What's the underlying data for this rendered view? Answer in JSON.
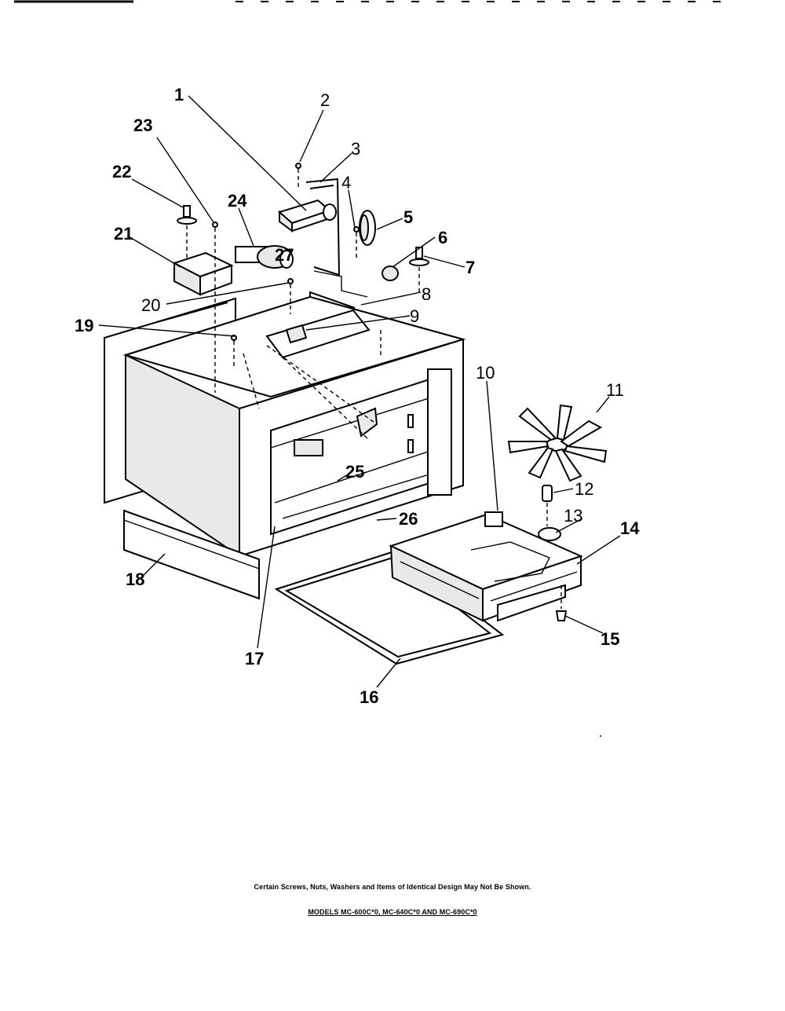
{
  "diagram": {
    "callouts": [
      {
        "num": "1",
        "style": "bold"
      },
      {
        "num": "2",
        "style": "thin"
      },
      {
        "num": "3",
        "style": "thin"
      },
      {
        "num": "4",
        "style": "thin"
      },
      {
        "num": "5",
        "style": "bold"
      },
      {
        "num": "6",
        "style": "bold"
      },
      {
        "num": "7",
        "style": "bold"
      },
      {
        "num": "8",
        "style": "thin"
      },
      {
        "num": "9",
        "style": "thin"
      },
      {
        "num": "10",
        "style": "thin"
      },
      {
        "num": "11",
        "style": "thin"
      },
      {
        "num": "12",
        "style": "thin"
      },
      {
        "num": "13",
        "style": "thin"
      },
      {
        "num": "14",
        "style": "bold"
      },
      {
        "num": "15",
        "style": "bold"
      },
      {
        "num": "16",
        "style": "bold"
      },
      {
        "num": "17",
        "style": "bold"
      },
      {
        "num": "18",
        "style": "bold"
      },
      {
        "num": "19",
        "style": "bold"
      },
      {
        "num": "20",
        "style": "thin"
      },
      {
        "num": "21",
        "style": "bold"
      },
      {
        "num": "22",
        "style": "bold"
      },
      {
        "num": "23",
        "style": "bold"
      },
      {
        "num": "24",
        "style": "bold"
      },
      {
        "num": "25",
        "style": "bold"
      },
      {
        "num": "26",
        "style": "bold"
      },
      {
        "num": "27",
        "style": "bold"
      }
    ]
  },
  "footer": {
    "note": "Certain Screws, Nuts, Washers and Items of Identical Design May Not Be Shown.",
    "models": "MODELS MC-600C*0, MC-640C*0 AND MC-690C*0"
  }
}
